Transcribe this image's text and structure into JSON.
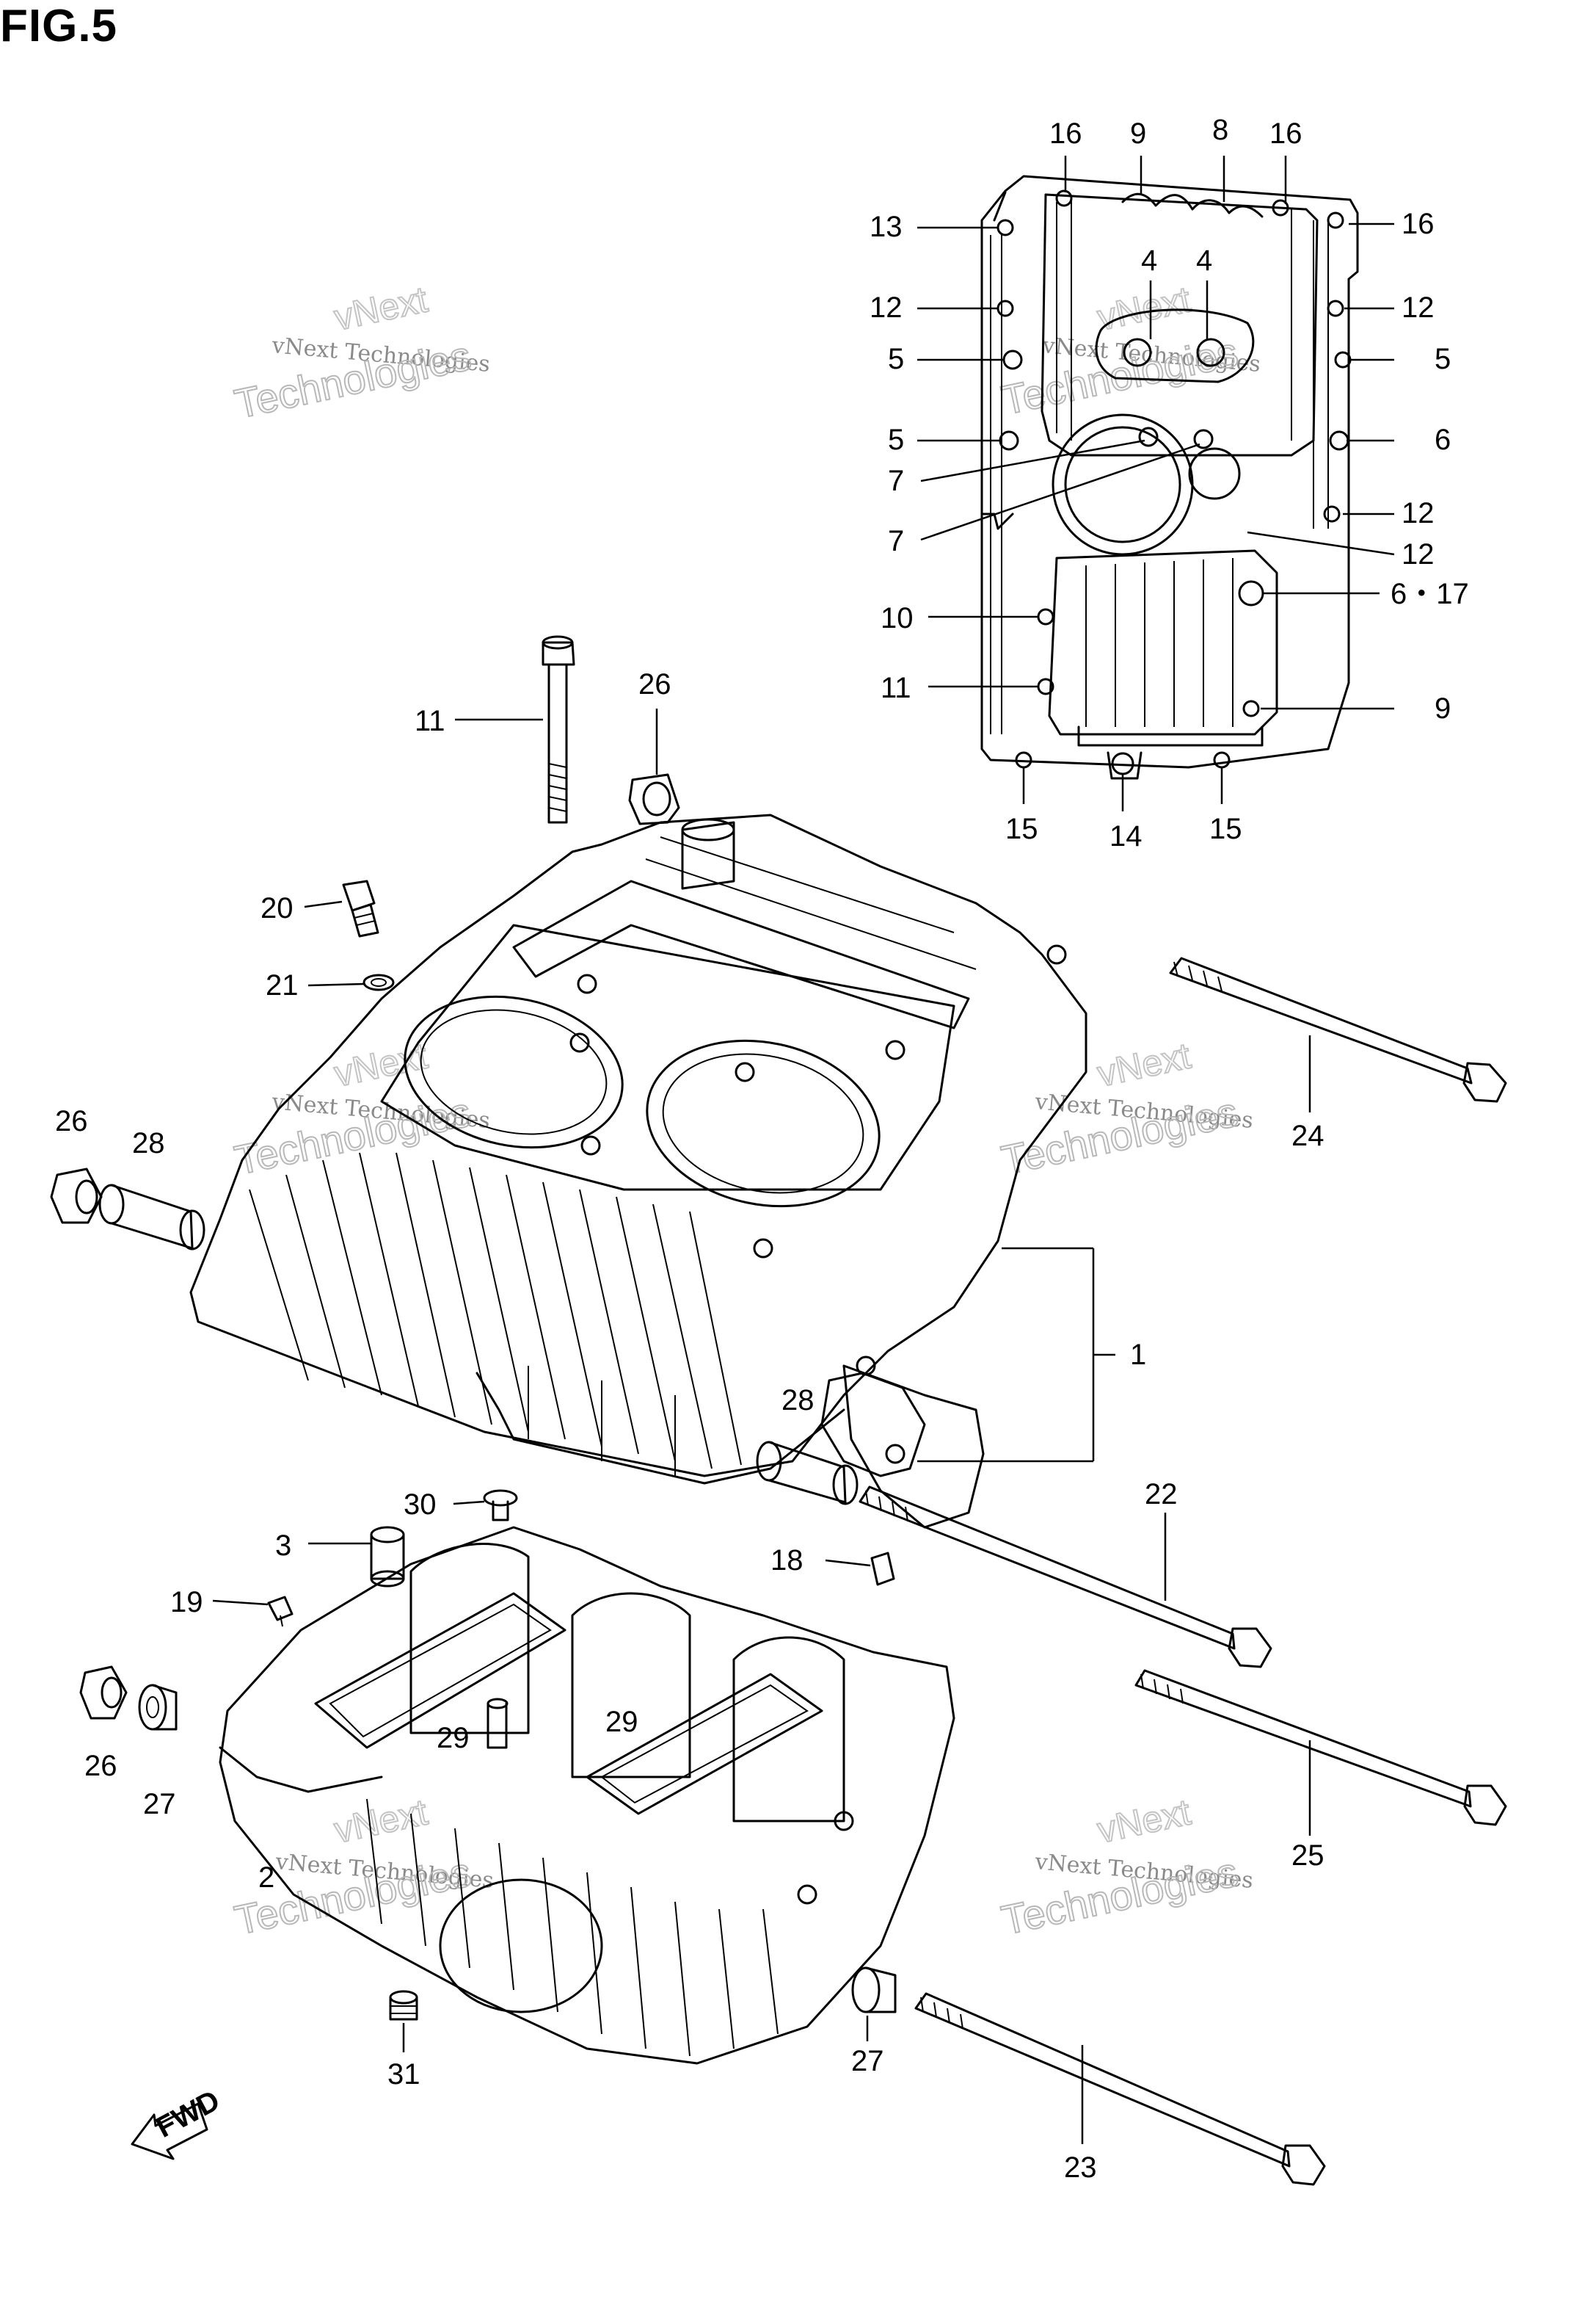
{
  "title": "FIG.5",
  "watermark": {
    "line1": "vNext Technologies",
    "line2": "Technologies",
    "line3": "vNext"
  },
  "fwd_label": "FWD",
  "callouts": [
    {
      "id": "c16a",
      "text": "16"
    },
    {
      "id": "c9a",
      "text": "9"
    },
    {
      "id": "c8",
      "text": "8"
    },
    {
      "id": "c16b",
      "text": "16"
    },
    {
      "id": "c13",
      "text": "13"
    },
    {
      "id": "c16c",
      "text": "16"
    },
    {
      "id": "c4a",
      "text": "4"
    },
    {
      "id": "c4b",
      "text": "4"
    },
    {
      "id": "c12a",
      "text": "12"
    },
    {
      "id": "c12b",
      "text": "12"
    },
    {
      "id": "c5a",
      "text": "5"
    },
    {
      "id": "c5b",
      "text": "5"
    },
    {
      "id": "c5c",
      "text": "5"
    },
    {
      "id": "c6a",
      "text": "6"
    },
    {
      "id": "c7a",
      "text": "7"
    },
    {
      "id": "c12c",
      "text": "12"
    },
    {
      "id": "c7b",
      "text": "7"
    },
    {
      "id": "c12d",
      "text": "12"
    },
    {
      "id": "c10",
      "text": "10"
    },
    {
      "id": "c617",
      "text": "6・17"
    },
    {
      "id": "c11a",
      "text": "11"
    },
    {
      "id": "c9b",
      "text": "9"
    },
    {
      "id": "c15a",
      "text": "15"
    },
    {
      "id": "c14",
      "text": "14"
    },
    {
      "id": "c15b",
      "text": "15"
    },
    {
      "id": "c11b",
      "text": "11"
    },
    {
      "id": "c26a",
      "text": "26"
    },
    {
      "id": "c20",
      "text": "20"
    },
    {
      "id": "c21",
      "text": "21"
    },
    {
      "id": "c24",
      "text": "24"
    },
    {
      "id": "c26b",
      "text": "26"
    },
    {
      "id": "c28a",
      "text": "28"
    },
    {
      "id": "c1",
      "text": "1"
    },
    {
      "id": "c28b",
      "text": "28"
    },
    {
      "id": "c22",
      "text": "22"
    },
    {
      "id": "c30",
      "text": "30"
    },
    {
      "id": "c3",
      "text": "3"
    },
    {
      "id": "c18",
      "text": "18"
    },
    {
      "id": "c19",
      "text": "19"
    },
    {
      "id": "c29a",
      "text": "29"
    },
    {
      "id": "c29b",
      "text": "29"
    },
    {
      "id": "c26c",
      "text": "26"
    },
    {
      "id": "c27a",
      "text": "27"
    },
    {
      "id": "c25",
      "text": "25"
    },
    {
      "id": "c2",
      "text": "2"
    },
    {
      "id": "c27b",
      "text": "27"
    },
    {
      "id": "c31",
      "text": "31"
    },
    {
      "id": "c23",
      "text": "23"
    }
  ]
}
